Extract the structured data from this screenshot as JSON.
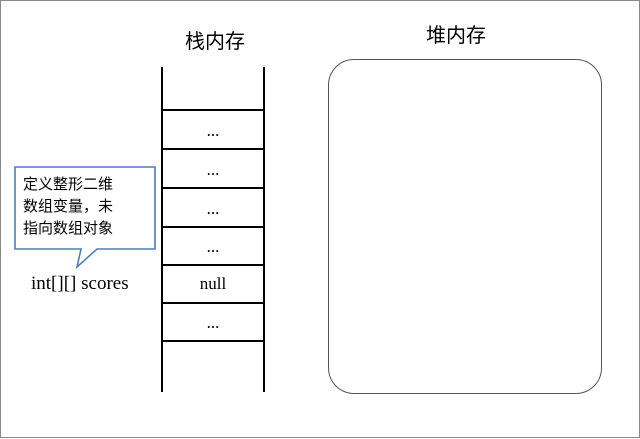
{
  "stack": {
    "title": "栈内存",
    "cells": [
      "...",
      "...",
      "...",
      "...",
      "null",
      "..."
    ]
  },
  "heap": {
    "title": "堆内存"
  },
  "variable": {
    "label": "int[][] scores"
  },
  "callout": {
    "lines": [
      "定义整形二维",
      "数组变量，未",
      "指向数组对象"
    ],
    "border_color": "#4a7ebb"
  }
}
